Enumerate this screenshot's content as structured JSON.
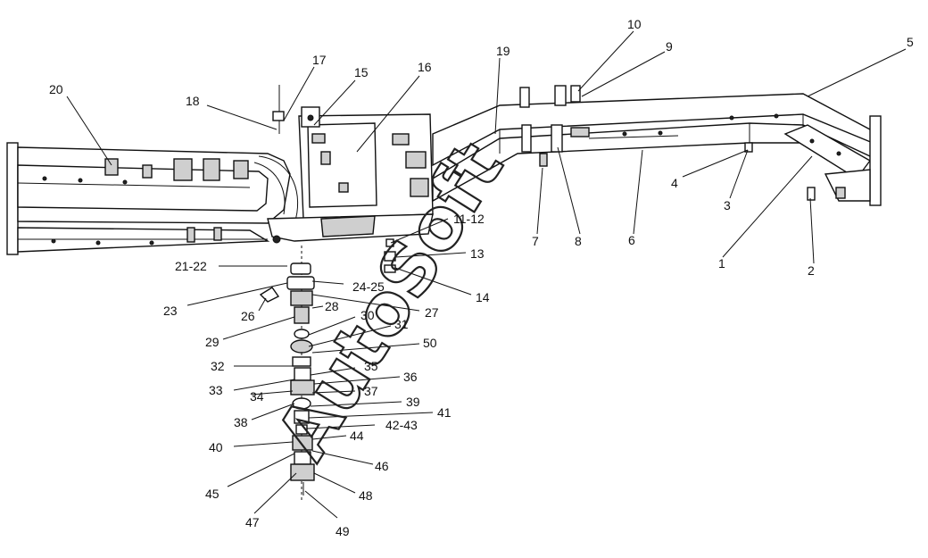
{
  "watermark": "AutoSoft",
  "header_mark": "",
  "callouts": [
    {
      "id": "c1",
      "text": "1"
    },
    {
      "id": "c2",
      "text": "2"
    },
    {
      "id": "c3",
      "text": "3"
    },
    {
      "id": "c4",
      "text": "4"
    },
    {
      "id": "c5",
      "text": "5"
    },
    {
      "id": "c6",
      "text": "6"
    },
    {
      "id": "c7",
      "text": "7"
    },
    {
      "id": "c8",
      "text": "8"
    },
    {
      "id": "c9",
      "text": "9"
    },
    {
      "id": "c10",
      "text": "10"
    },
    {
      "id": "c11",
      "text": "11-12"
    },
    {
      "id": "c13",
      "text": "13"
    },
    {
      "id": "c14",
      "text": "14"
    },
    {
      "id": "c15",
      "text": "15"
    },
    {
      "id": "c16",
      "text": "16"
    },
    {
      "id": "c17",
      "text": "17"
    },
    {
      "id": "c18",
      "text": "18"
    },
    {
      "id": "c19",
      "text": "19"
    },
    {
      "id": "c20",
      "text": "20"
    },
    {
      "id": "c21",
      "text": "21-22"
    },
    {
      "id": "c23",
      "text": "23"
    },
    {
      "id": "c24",
      "text": "24-25"
    },
    {
      "id": "c26",
      "text": "26"
    },
    {
      "id": "c27",
      "text": "27"
    },
    {
      "id": "c28",
      "text": "28"
    },
    {
      "id": "c29",
      "text": "29"
    },
    {
      "id": "c30",
      "text": "30"
    },
    {
      "id": "c31",
      "text": "31"
    },
    {
      "id": "c32",
      "text": "32"
    },
    {
      "id": "c33",
      "text": "33"
    },
    {
      "id": "c34",
      "text": "34"
    },
    {
      "id": "c35",
      "text": "35"
    },
    {
      "id": "c36",
      "text": "36"
    },
    {
      "id": "c37",
      "text": "37"
    },
    {
      "id": "c38",
      "text": "38"
    },
    {
      "id": "c39",
      "text": "39"
    },
    {
      "id": "c40",
      "text": "40"
    },
    {
      "id": "c41",
      "text": "41"
    },
    {
      "id": "c42",
      "text": "42-43"
    },
    {
      "id": "c44",
      "text": "44"
    },
    {
      "id": "c45",
      "text": "45"
    },
    {
      "id": "c46",
      "text": "46"
    },
    {
      "id": "c47",
      "text": "47"
    },
    {
      "id": "c48",
      "text": "48"
    },
    {
      "id": "c49",
      "text": "49"
    },
    {
      "id": "c50",
      "text": "50"
    }
  ]
}
